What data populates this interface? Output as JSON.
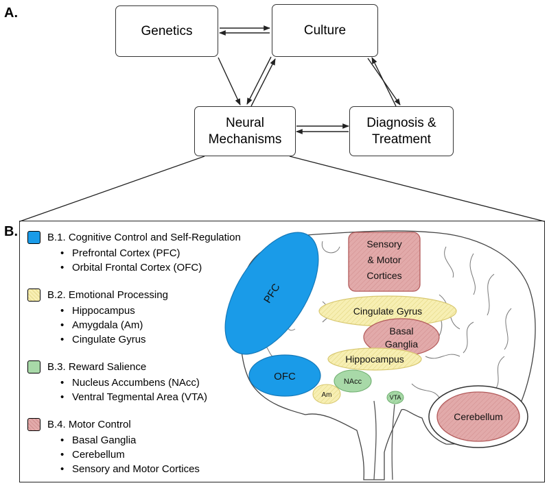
{
  "panel_a": {
    "label": "A.",
    "nodes": {
      "genetics": "Genetics",
      "culture": "Culture",
      "neural": "Neural\nMechanisms",
      "diagnosis": "Diagnosis &\nTreatment"
    }
  },
  "panel_b": {
    "label": "B.",
    "legend": [
      {
        "key": "b1",
        "title": "B.1. Cognitive Control and Self-Regulation",
        "color": "#1a9be8",
        "items": [
          "Prefrontal Cortex (PFC)",
          "Orbital Frontal Cortex (OFC)"
        ]
      },
      {
        "key": "b2",
        "title": "B.2. Emotional Processing",
        "color": "#f7efb3",
        "items": [
          "Hippocampus",
          "Amygdala (Am)",
          "Cingulate Gyrus"
        ]
      },
      {
        "key": "b3",
        "title": "B.3. Reward Salience",
        "color": "#a8d9a8",
        "items": [
          "Nucleus Accumbens (NAcc)",
          "Ventral Tegmental Area (VTA)"
        ]
      },
      {
        "key": "b4",
        "title": "B.4. Motor Control",
        "color": "#e2aaaa",
        "items": [
          "Basal Ganglia",
          "Cerebellum",
          "Sensory and Motor Cortices"
        ]
      }
    ],
    "regions": {
      "pfc": "PFC",
      "ofc": "OFC",
      "cingulate_gyrus": "Cingulate Gyrus",
      "basal_ganglia": "Basal\nGanglia",
      "hippocampus": "Hippocampus",
      "nacc": "NAcc",
      "am": "Am",
      "vta": "VTA",
      "cerebellum": "Cerebellum",
      "sensory_motor": "Sensory\n& Motor\nCortices"
    },
    "colors": {
      "blue": "#1a9be8",
      "yellow": "#f7efb3",
      "green": "#a8d9a8",
      "red": "#e2aaaa"
    }
  }
}
